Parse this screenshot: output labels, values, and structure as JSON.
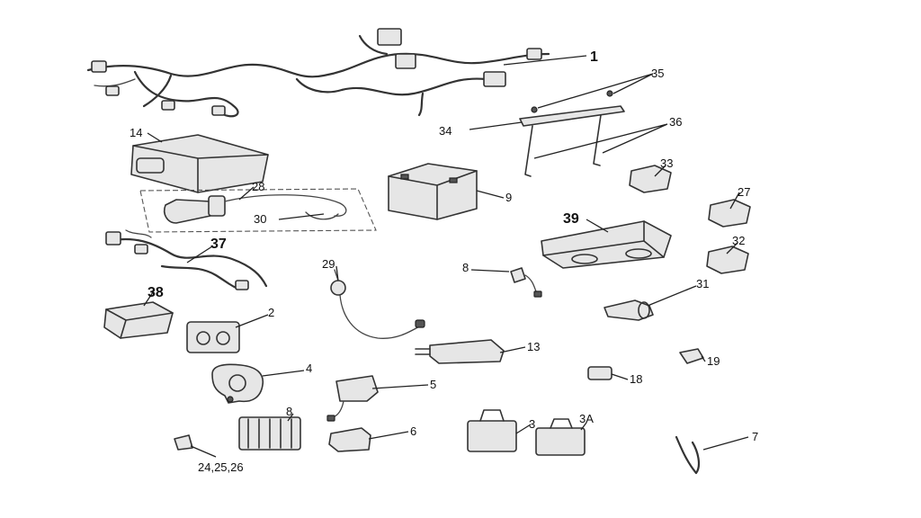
{
  "callouts": {
    "c1": "1",
    "c35": "35",
    "c34": "34",
    "c36": "36",
    "c14": "14",
    "c9": "9",
    "c33": "33",
    "c28": "28",
    "c30": "30",
    "c27": "27",
    "c39": "39",
    "c37": "37",
    "c32": "32",
    "c29": "29",
    "c8a": "8",
    "c31": "31",
    "c38": "38",
    "c2": "2",
    "c13": "13",
    "c19": "19",
    "c18": "18",
    "c4": "4",
    "c5": "5",
    "c8b": "8",
    "c3": "3",
    "c3a": "3A",
    "c6": "6",
    "c7": "7",
    "c242526": "24,25,26"
  }
}
